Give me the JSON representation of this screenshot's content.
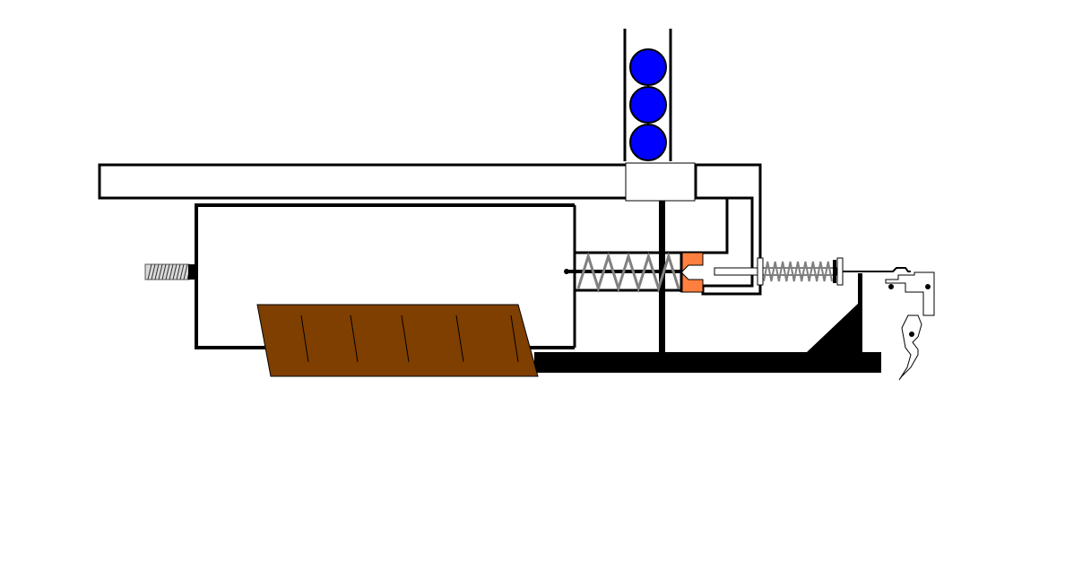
{
  "diagram": {
    "background_color": "#ffffff",
    "colors": {
      "outline": "#000000",
      "ball_fill": "#0000ff",
      "grip_fill": "#7f3f00",
      "seal_fill": "#ff7f3f",
      "spring_stroke": "#808080",
      "thread_fill": "#d9d9d9"
    },
    "parts": [
      "hopper",
      "paintball",
      "barrel",
      "feed-elbow",
      "main-body",
      "end-cap",
      "grip",
      "bottom-rail",
      "vertical-post",
      "bolt-spring",
      "bolt-seal",
      "rear-valve-stem",
      "valve-spring",
      "trigger-bracket",
      "sear",
      "trigger"
    ],
    "paintball_count": 3,
    "grip_groove_count": 5
  }
}
